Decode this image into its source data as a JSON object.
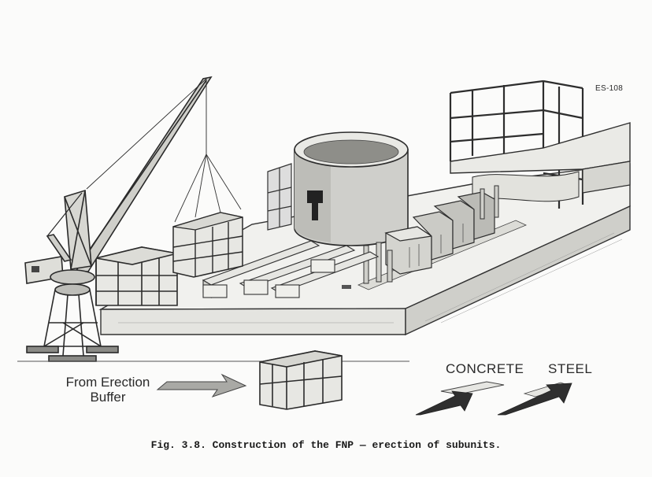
{
  "figure": {
    "code": "ES-108",
    "caption": "Fig. 3.8.  Construction of the FNP — erection of subunits.",
    "labels": {
      "from_erection_line1": "From Erection",
      "from_erection_line2": "Buffer",
      "legend_concrete": "CONCRETE",
      "legend_steel": "STEEL"
    },
    "components": [
      "crane-icon",
      "platform-barge",
      "containment-cylinder",
      "hoisted-module",
      "steel-tower",
      "legend-concrete-swatch",
      "legend-steel-swatch"
    ]
  }
}
